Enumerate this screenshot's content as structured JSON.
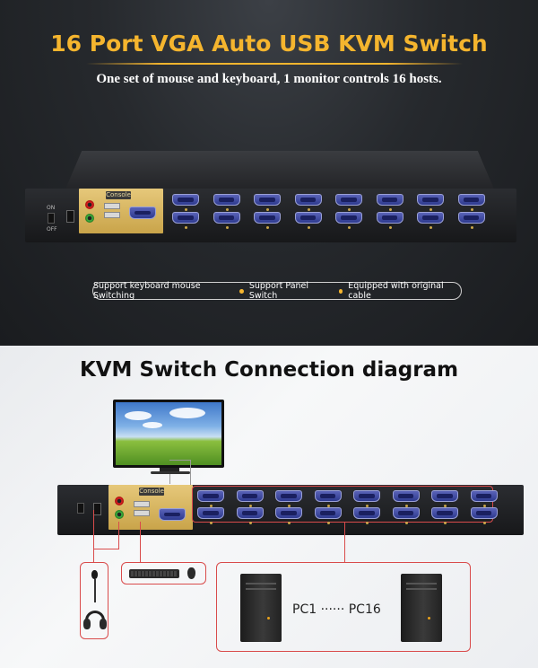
{
  "banner": {
    "title": "16 Port VGA Auto USB KVM Switch",
    "subtitle": "One set of mouse and keyboard, 1 monitor controls 16 hosts.",
    "features": [
      "Support keyboard mouse Switching",
      "Support Panel Switch",
      "Equipped with original cable"
    ],
    "accent_color": "#f5b52e"
  },
  "device": {
    "console_tag": "Console",
    "power_on_label": "ON",
    "power_off_label": "OFF",
    "port_count": 16
  },
  "diagram": {
    "title": "KVM Switch Connection diagram",
    "pc_range_start": "PC1",
    "pc_range_dots": "······",
    "pc_range_end": "PC16",
    "line_color": "#d94b4b"
  }
}
